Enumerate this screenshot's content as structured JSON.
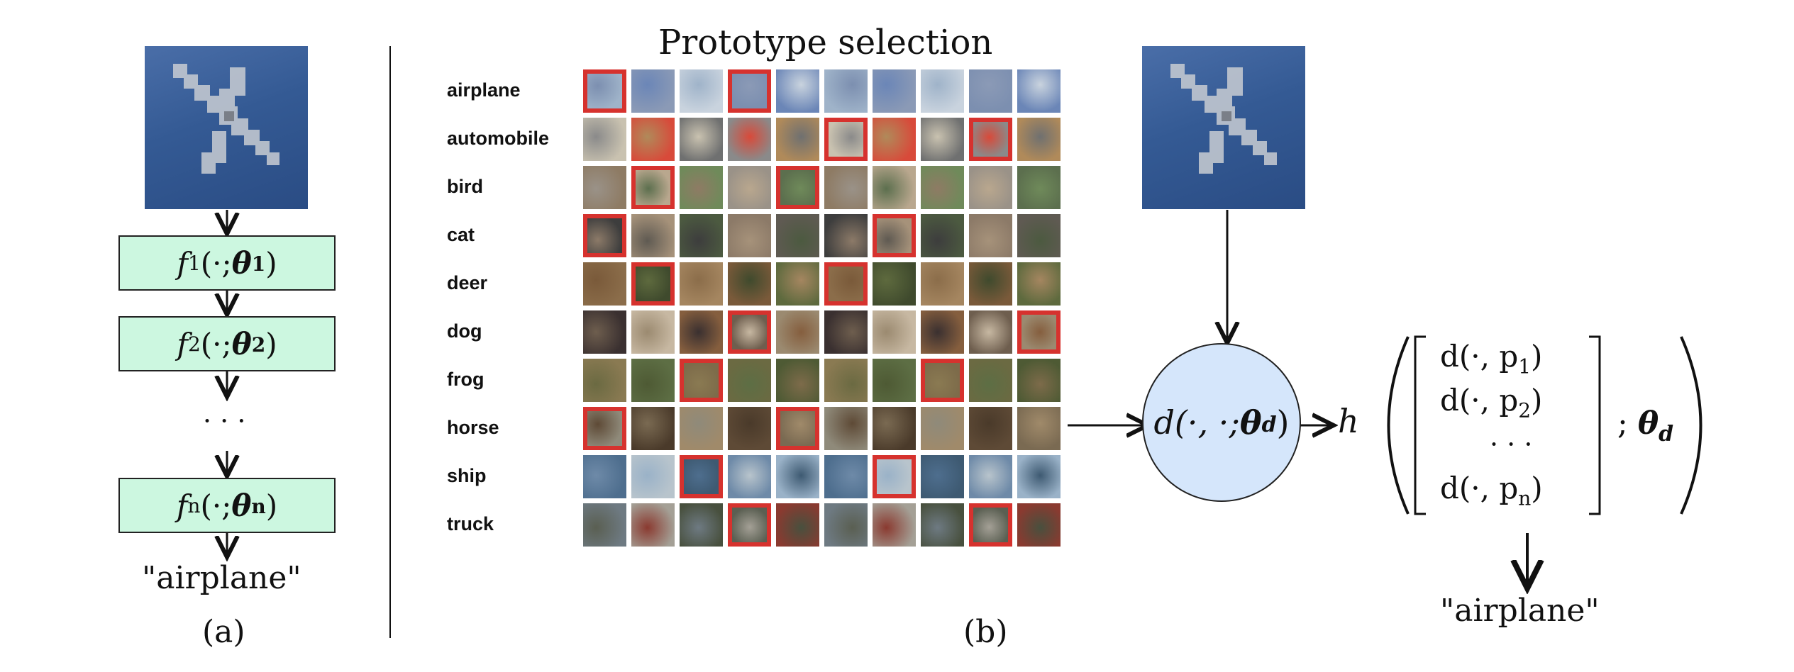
{
  "panel_a": {
    "functions": [
      {
        "name": "f",
        "sub": "1",
        "arg": "(·; ",
        "theta": "θ",
        "theta_sub": "1",
        "close": ")"
      },
      {
        "name": "f",
        "sub": "2",
        "arg": "(·; ",
        "theta": "θ",
        "theta_sub": "2",
        "close": ")"
      },
      {
        "name": "f",
        "sub": "n",
        "arg": "(·; ",
        "theta": "θ",
        "theta_sub": "n",
        "close": ")"
      }
    ],
    "dots": "· · ·",
    "output": "\"airplane\"",
    "caption": "(a)"
  },
  "panel_b": {
    "grid_title": "Prototype selection",
    "classes": [
      "airplane",
      "automobile",
      "bird",
      "cat",
      "deer",
      "dog",
      "frog",
      "horse",
      "ship",
      "truck"
    ],
    "distance_label": "d(·, ·; ",
    "distance_theta": "θ",
    "distance_theta_sub": "d",
    "distance_close": ")",
    "h_label": "h",
    "vector": [
      "d(·, p",
      "d(·, p",
      "· · ·",
      "d(·, p"
    ],
    "vector_subs": [
      "1",
      "2",
      "",
      "n"
    ],
    "vector_close": ")",
    "theta_after": "; ",
    "output": "\"airplane\"",
    "caption": "(b)"
  },
  "colors": {
    "function_box": "#ccf7e0",
    "distance_circle": "#d5e6fb",
    "prototype_highlight": "#d6322e"
  }
}
